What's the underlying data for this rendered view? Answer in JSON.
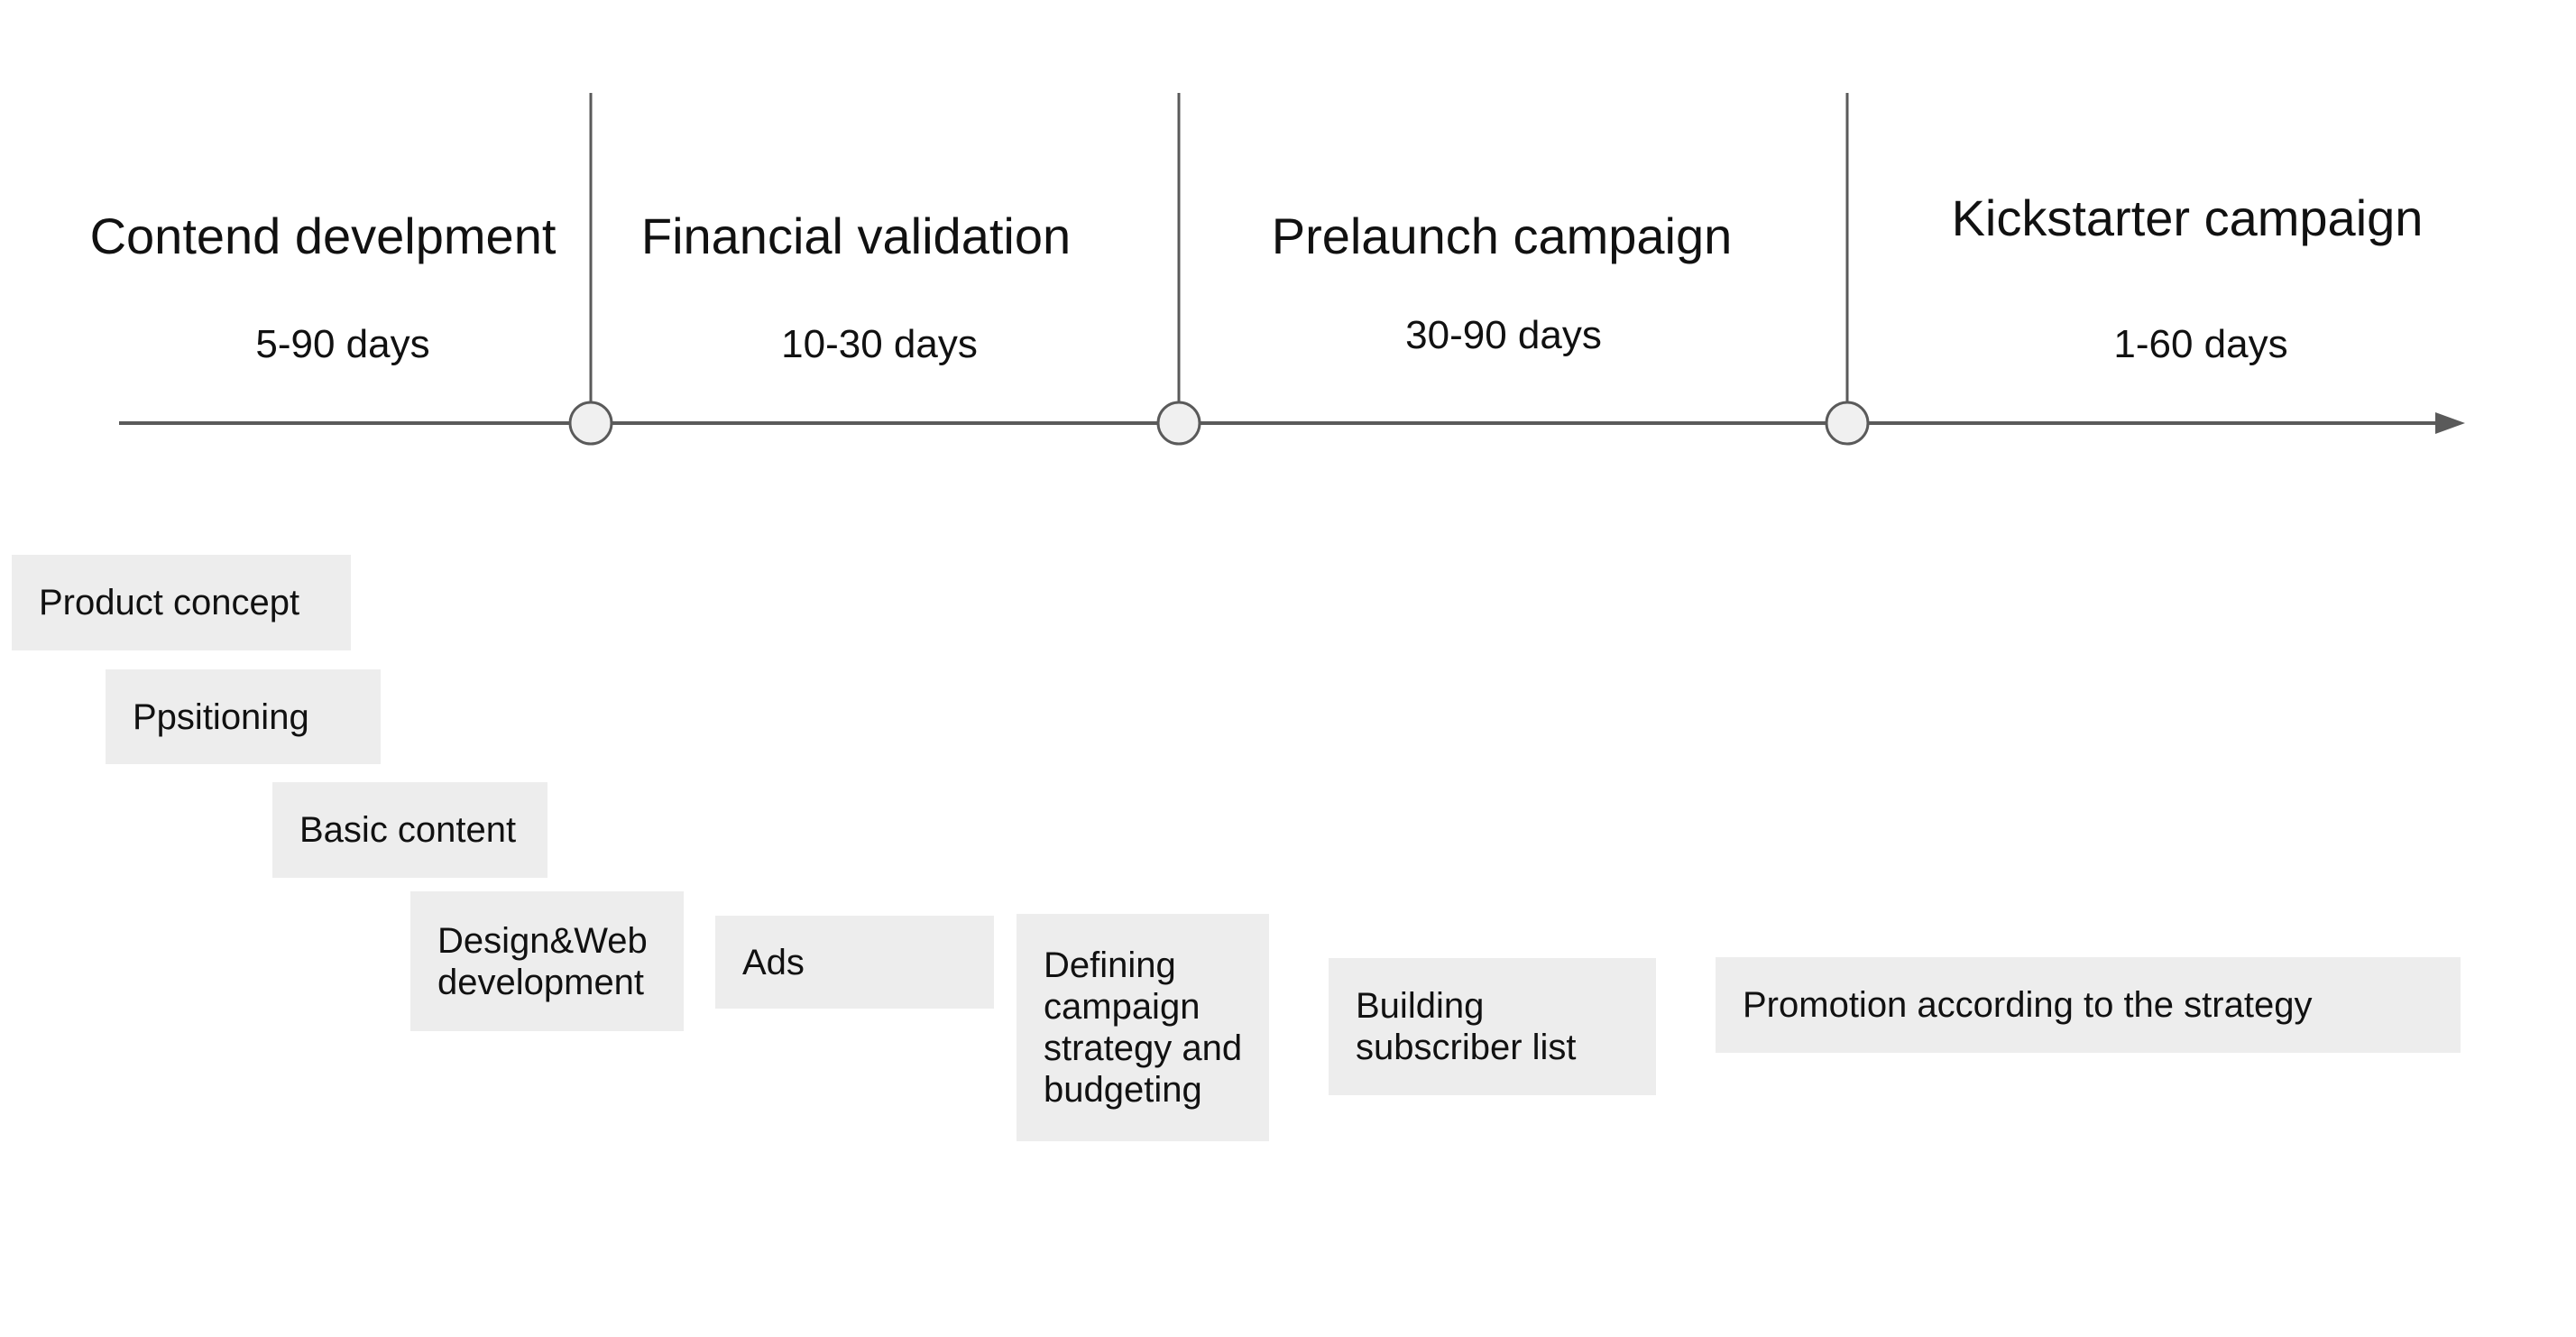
{
  "page": {
    "background_color": "#ffffff",
    "description": "Kickstarter launch process timeline with four phases and cascading task boxes"
  },
  "colors": {
    "axis_line": "#5a5a5a",
    "milestone_fill": "#f0f0f0",
    "milestone_stroke": "#5a5a5a",
    "task_box_fill": "#ededed",
    "text": "#111111"
  },
  "timeline": {
    "phases": [
      {
        "title": "Contend develpment",
        "duration": "5-90 days"
      },
      {
        "title": "Financial validation",
        "duration": "10-30 days"
      },
      {
        "title": "Prelaunch campaign",
        "duration": "30-90 days"
      },
      {
        "title": "Kickstarter campaign",
        "duration": "1-60 days"
      }
    ],
    "milestone_count": 3,
    "arrow_direction": "right"
  },
  "tasks": [
    {
      "label": "Product concept"
    },
    {
      "label": "Ppsitioning"
    },
    {
      "label": "Basic content"
    },
    {
      "label": "Design&Web development"
    },
    {
      "label": "Ads"
    },
    {
      "label": "Defining campaign strategy and budgeting"
    },
    {
      "label": "Building subscriber list"
    },
    {
      "label": "Promotion according to the strategy"
    }
  ]
}
